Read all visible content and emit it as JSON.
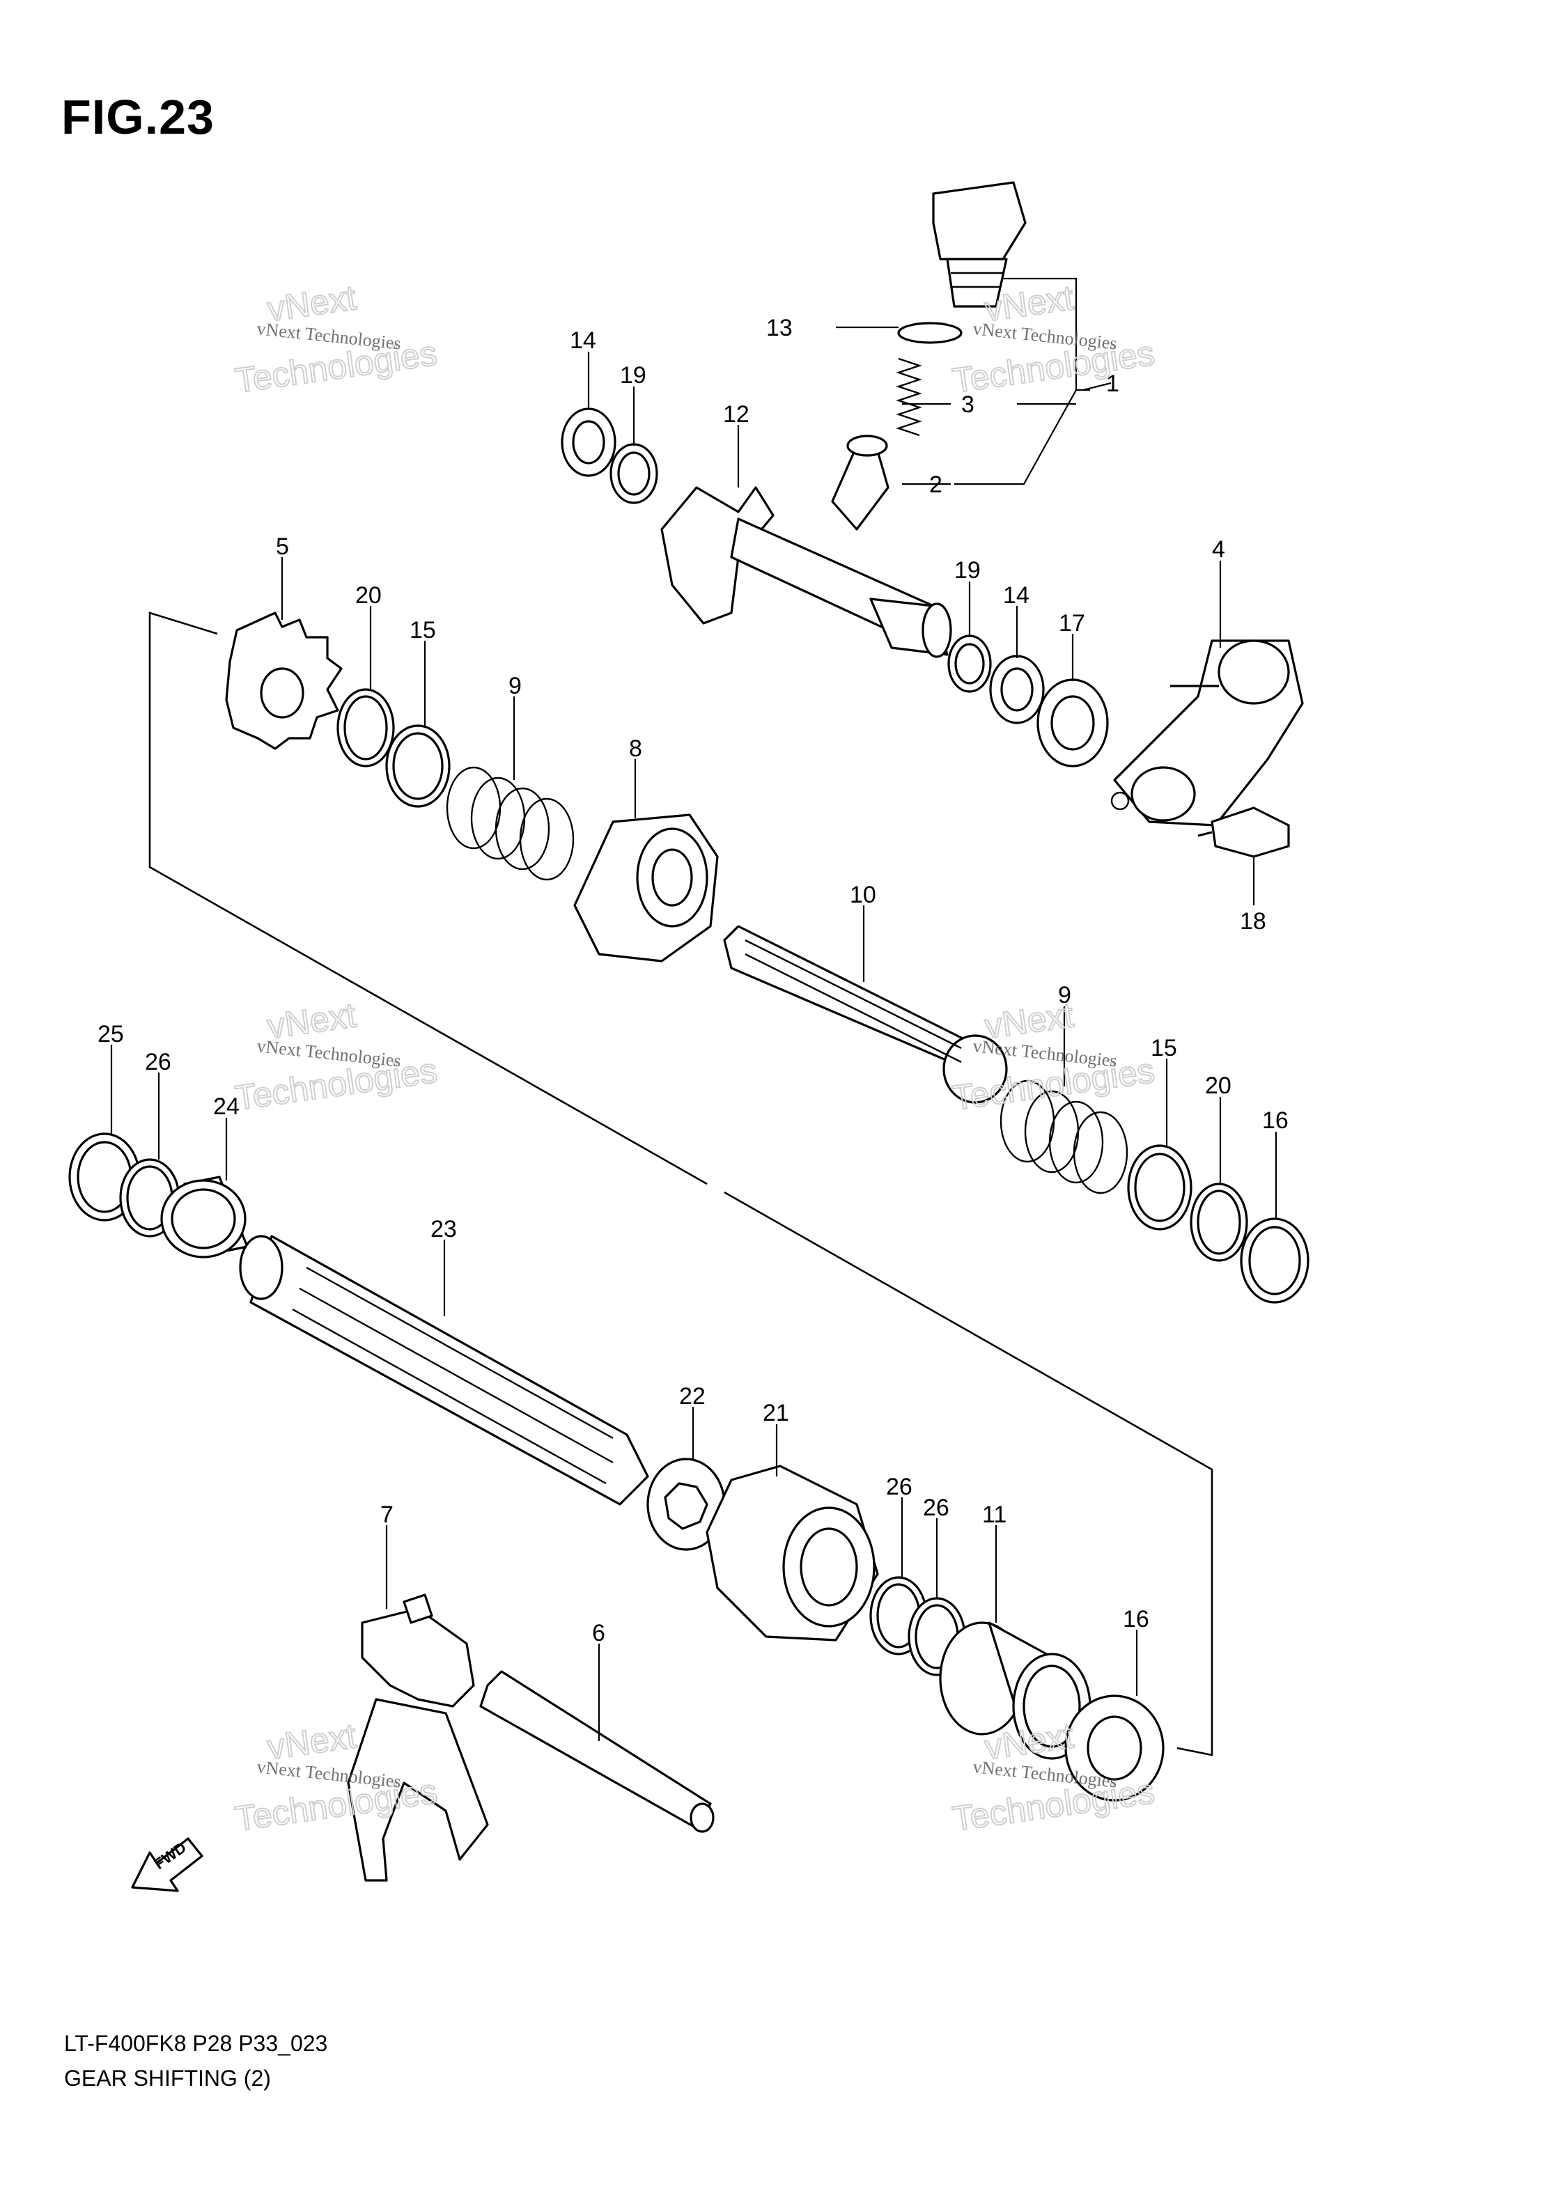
{
  "figure": {
    "title": "FIG.23"
  },
  "footer": {
    "code": "LT-F400FK8 P28 P33_023",
    "name": "GEAR SHIFTING (2)"
  },
  "watermark": {
    "line1": "vNext Technologies",
    "big_a": "vNext",
    "big_b": "Technologies"
  },
  "fwd_label": "FWD",
  "callouts": {
    "c1": "1",
    "c2": "2",
    "c3": "3",
    "c4": "4",
    "c5": "5",
    "c6": "6",
    "c7": "7",
    "c8": "8",
    "c9a": "9",
    "c9b": "9",
    "c10": "10",
    "c11": "11",
    "c12": "12",
    "c13": "13",
    "c14a": "14",
    "c14b": "14",
    "c15a": "15",
    "c15b": "15",
    "c16a": "16",
    "c16b": "16",
    "c17": "17",
    "c18": "18",
    "c19a": "19",
    "c19b": "19",
    "c20a": "20",
    "c20b": "20",
    "c21": "21",
    "c22": "22",
    "c23": "23",
    "c24": "24",
    "c25": "25",
    "c26a": "26",
    "c26b": "26",
    "c26c": "26"
  },
  "colors": {
    "line": "#000000",
    "background": "#ffffff",
    "watermark": "#cfcfcf"
  }
}
